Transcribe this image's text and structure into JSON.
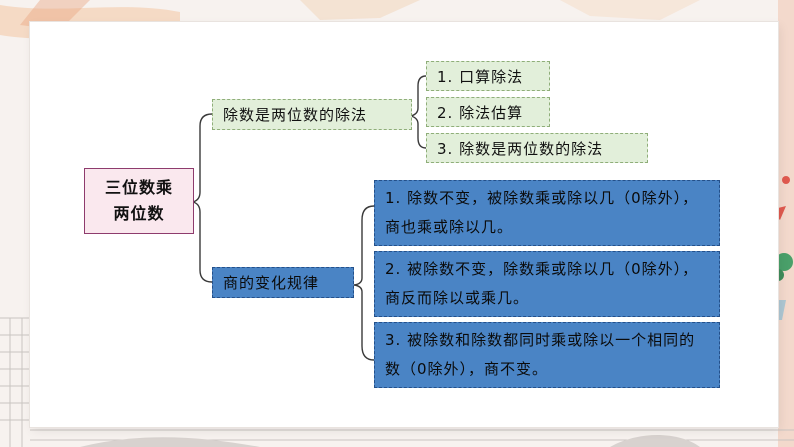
{
  "diagram": {
    "root": {
      "line1": "三位数乘",
      "line2": "两位数"
    },
    "branch_top": {
      "label": "除数是两位数的除法",
      "items": [
        "1. 口算除法",
        "2. 除法估算",
        "3. 除数是两位数的除法"
      ]
    },
    "branch_bottom": {
      "label": "商的变化规律",
      "rules": [
        "1. 除数不变，被除数乘或除以几（0除外），商也乘或除以几。",
        "2. 被除数不变，除数乘或除以几（0除外），商反而除以或乘几。",
        "3. 被除数和除数都同时乘或除以一个相同的数（0除外），商不变。"
      ]
    }
  },
  "colors": {
    "green_fill": "#e2efda",
    "root_fill": "#fae8ee",
    "root_border": "#8e3b6d",
    "blue_fill": "#4a84c5",
    "brace_line": "#3a3a3a"
  }
}
